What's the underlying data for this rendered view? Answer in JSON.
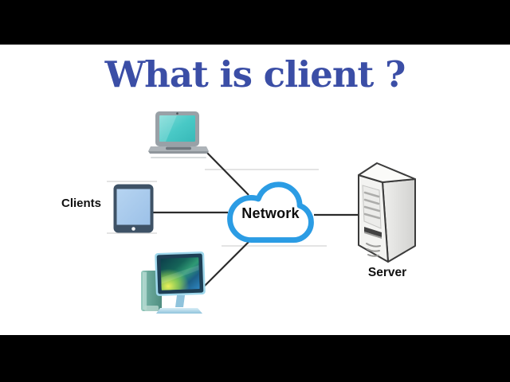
{
  "title": {
    "text": "What is client ?"
  },
  "diagram": {
    "clients_label": "Clients",
    "network_label": "Network",
    "server_label": "Server",
    "nodes": [
      {
        "id": "laptop",
        "icon": "laptop-icon",
        "role": "client"
      },
      {
        "id": "tablet",
        "icon": "tablet-icon",
        "role": "client"
      },
      {
        "id": "desktop",
        "icon": "desktop-computer-icon",
        "role": "client"
      },
      {
        "id": "network",
        "icon": "cloud-icon",
        "role": "network",
        "label": "Network"
      },
      {
        "id": "server",
        "icon": "server-tower-icon",
        "role": "server",
        "label": "Server"
      }
    ],
    "edges": [
      {
        "from": "laptop",
        "to": "network"
      },
      {
        "from": "tablet",
        "to": "network"
      },
      {
        "from": "desktop",
        "to": "network"
      },
      {
        "from": "network",
        "to": "server"
      }
    ]
  },
  "colors": {
    "title_blue": "#3B4EA6",
    "cloud_blue": "#2B9CE4",
    "connection_line": "#2B2B2B",
    "laptop_screen_teal": "#45C6C3",
    "tablet_body": "#3E5266",
    "tablet_screen": "#AACBED",
    "server_gray": "#EDEDEB",
    "letterbox": "#000000",
    "background": "#FFFFFF"
  }
}
